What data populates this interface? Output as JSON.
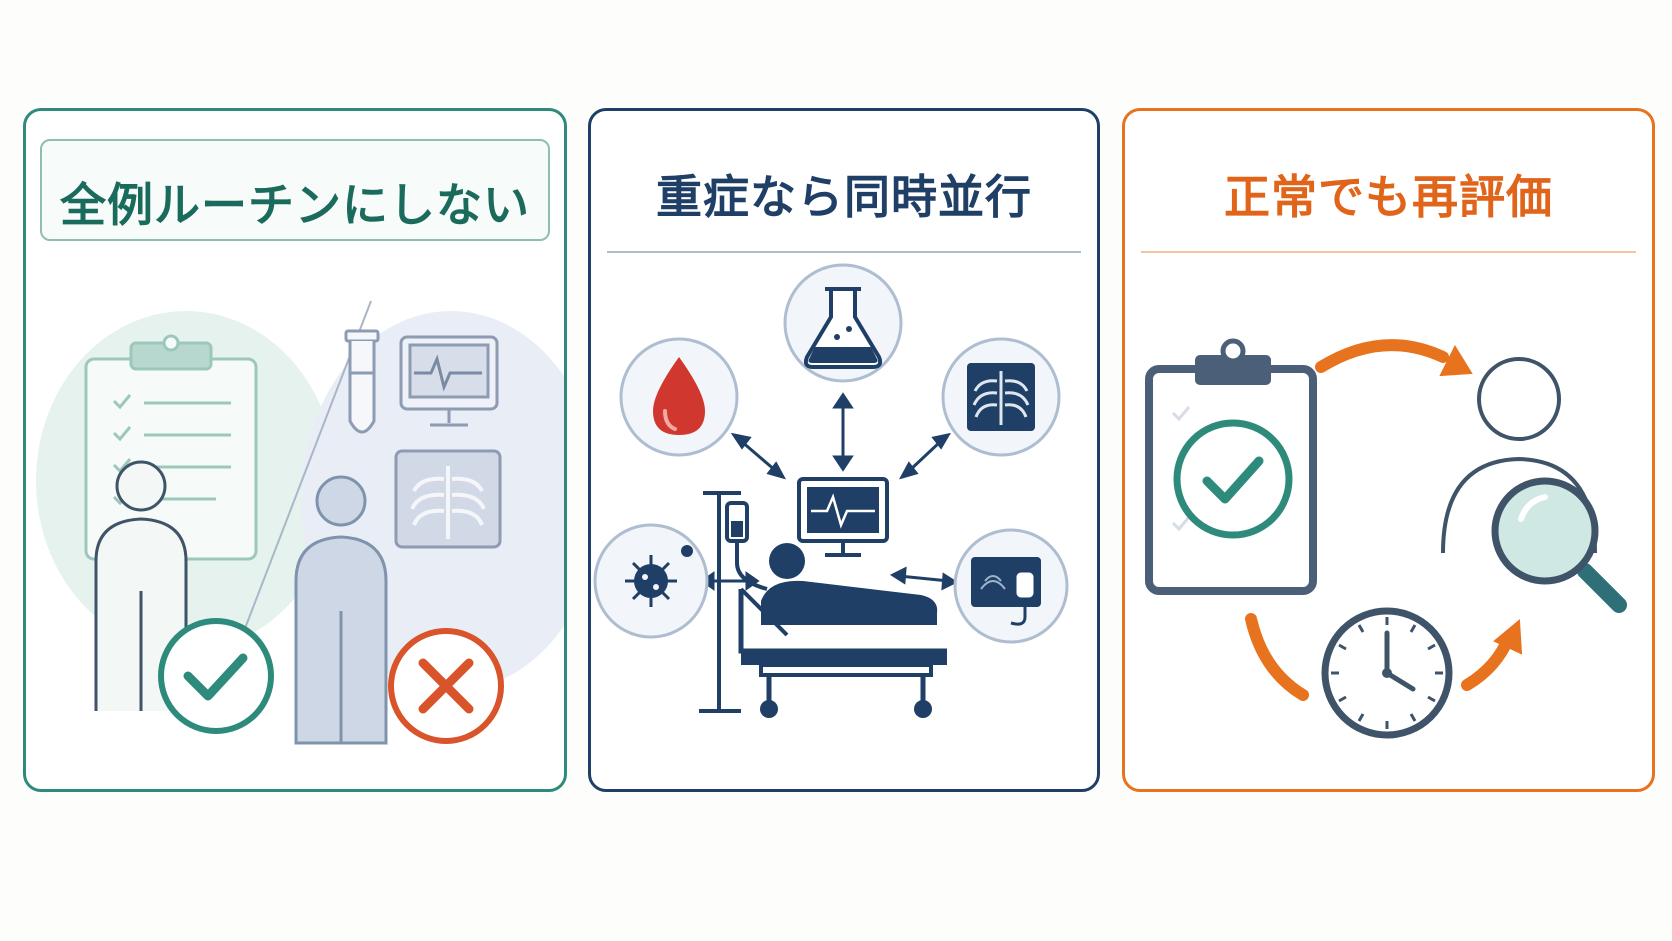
{
  "panels": [
    {
      "title": "全例ルーチンにしない",
      "accent": "#2e8b7b"
    },
    {
      "title": "重症なら同時並行",
      "accent": "#1f3f66"
    },
    {
      "title": "正常でも再評価",
      "accent": "#e8731f"
    }
  ],
  "icons": {
    "panel1": [
      "clipboard-checklist-icon",
      "person-icon",
      "check-circle-icon",
      "test-tube-icon",
      "monitor-ecg-icon",
      "chest-xray-icon",
      "cross-circle-icon"
    ],
    "panel2": [
      "blood-drop-icon",
      "flask-icon",
      "chest-xray-icon",
      "virus-icon",
      "ultrasound-icon",
      "ecg-monitor-icon",
      "patient-bed-icon",
      "iv-drip-icon"
    ],
    "panel3": [
      "clipboard-check-icon",
      "person-icon",
      "magnifier-icon",
      "clock-icon",
      "cycle-arrow-icon"
    ]
  },
  "colors": {
    "teal": "#2e8b7b",
    "navy": "#1f3f66",
    "orange": "#e8731f",
    "red": "#d9532b"
  }
}
